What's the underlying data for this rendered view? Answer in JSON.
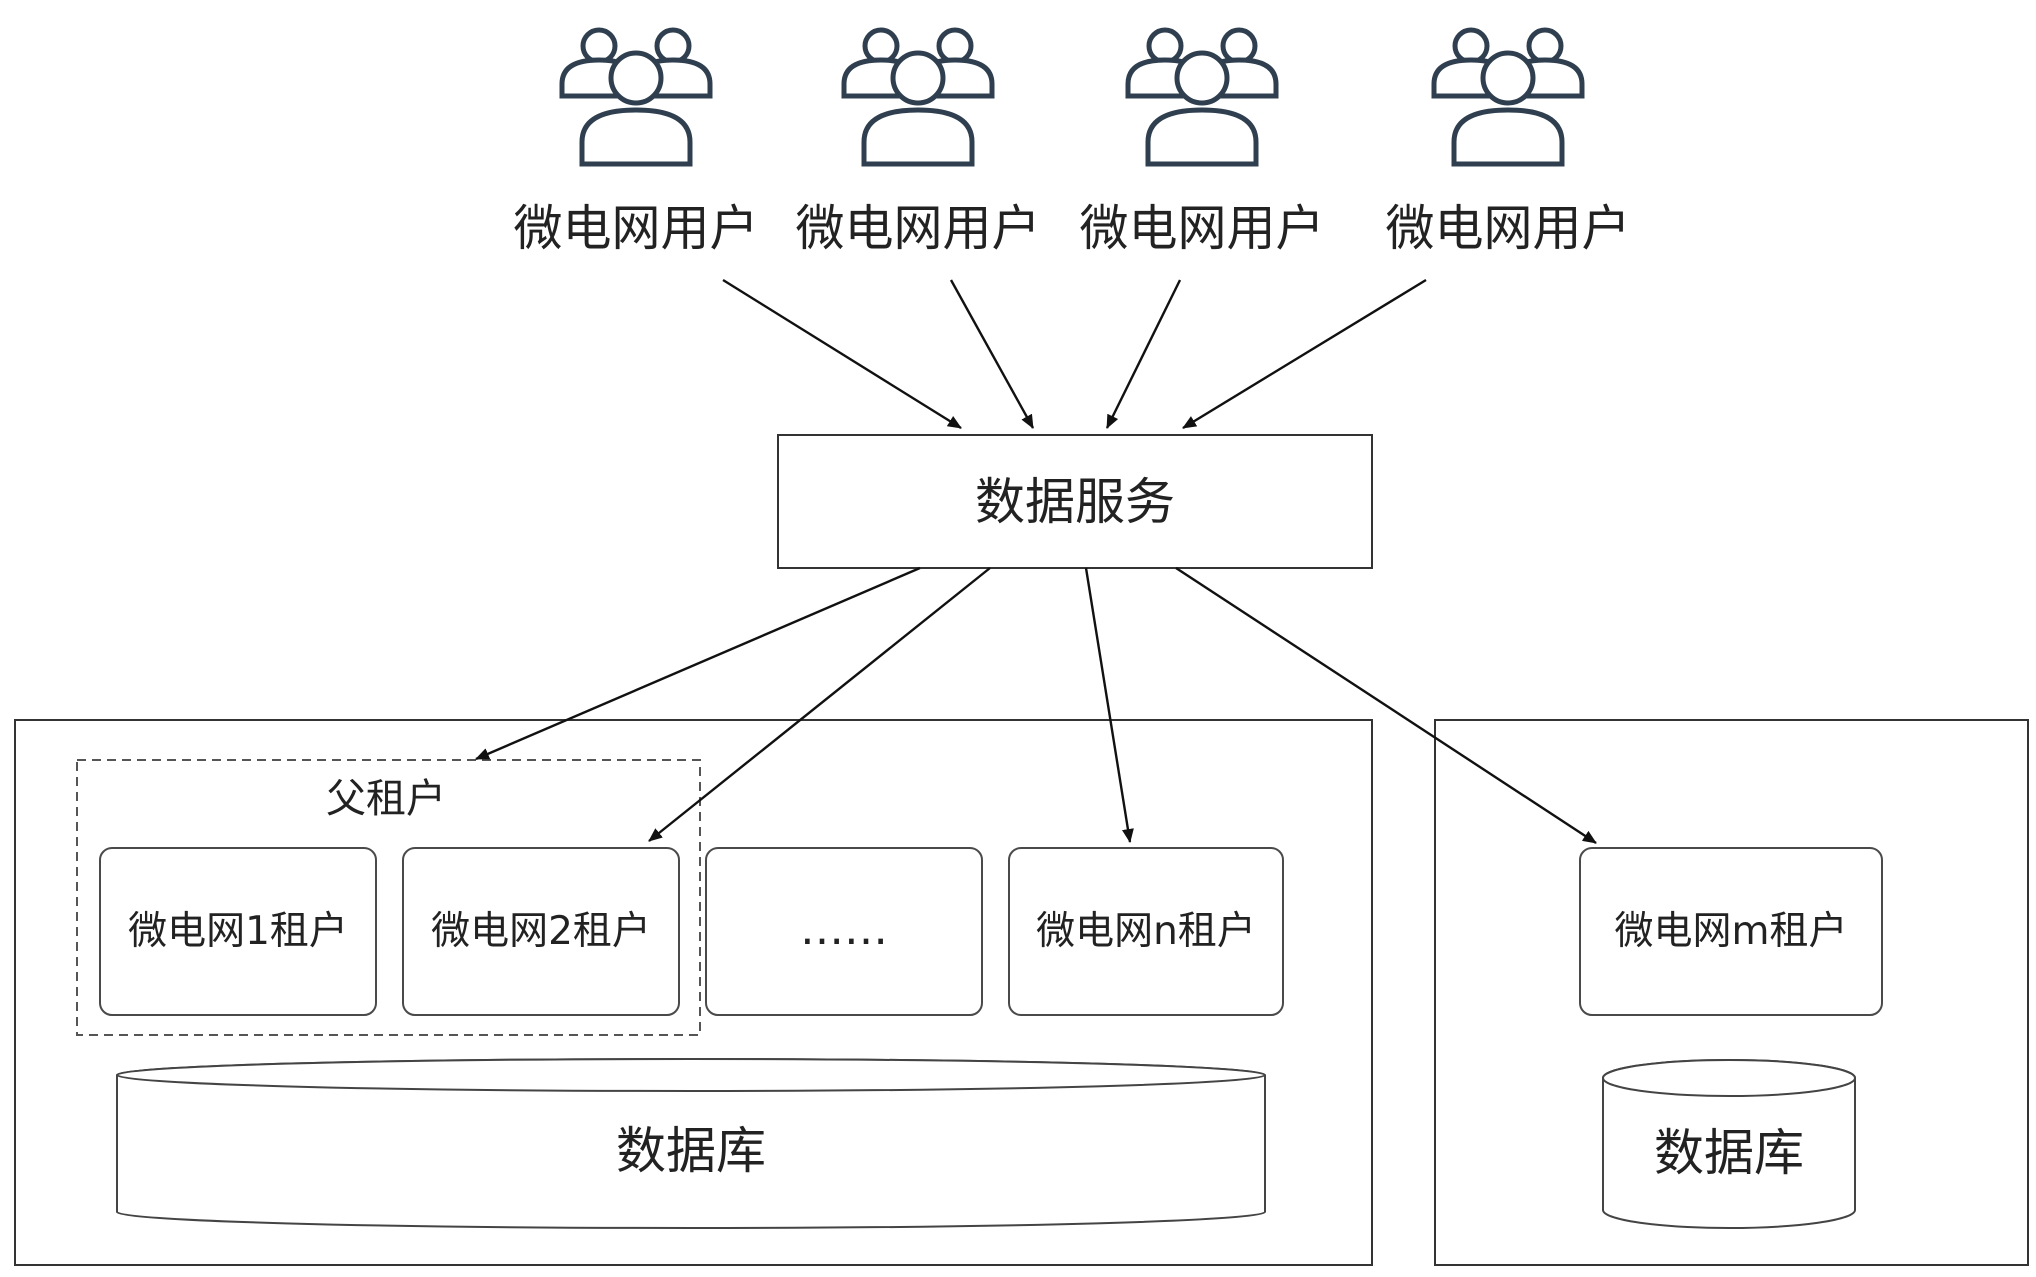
{
  "users": [
    {
      "label": "微电网用户"
    },
    {
      "label": "微电网用户"
    },
    {
      "label": "微电网用户"
    },
    {
      "label": "微电网用户"
    }
  ],
  "service": {
    "label": "数据服务"
  },
  "parent_tenant": {
    "label": "父租户"
  },
  "tenants": [
    {
      "label": "微电网1租户"
    },
    {
      "label": "微电网2租户"
    },
    {
      "label": "……"
    },
    {
      "label": "微电网n租户"
    }
  ],
  "shared_db": {
    "label": "数据库"
  },
  "isolated_tenant": {
    "label": "微电网m租户"
  },
  "isolated_db": {
    "label": "数据库"
  },
  "icons": {
    "user_group": "user-group-icon",
    "database": "database-cylinder-icon"
  }
}
